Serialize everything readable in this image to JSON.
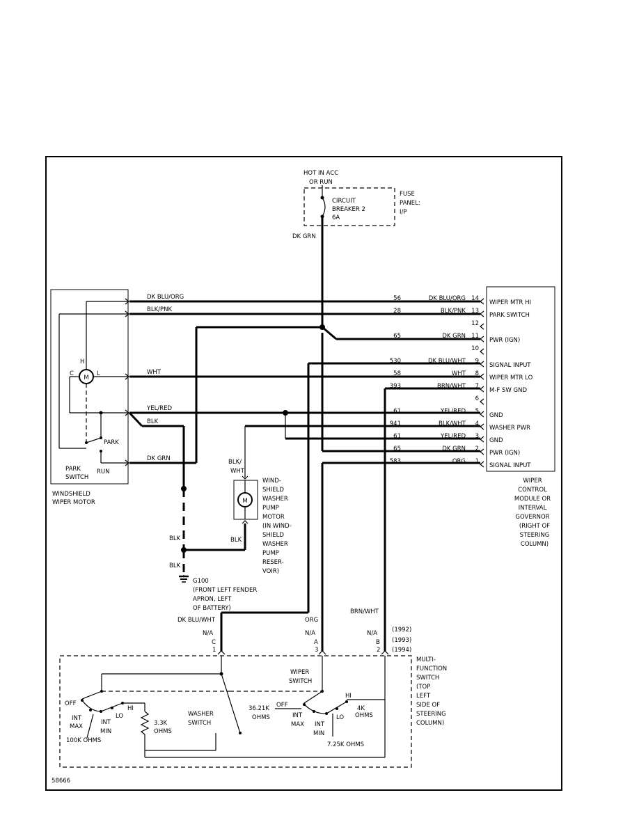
{
  "top": {
    "hot_line1": "HOT IN ACC",
    "hot_line2": "OR RUN",
    "breaker_line1": "CIRCUIT",
    "breaker_line2": "BREAKER 2",
    "breaker_line3": "6A",
    "fuse_line1": "FUSE",
    "fuse_line2": "PANEL:",
    "fuse_line3": "I/P",
    "feed_wire": "DK GRN"
  },
  "left_wires": [
    "DK BLU/ORG",
    "BLK/PNK",
    "WHT",
    "YEL/RED",
    "BLK",
    "DK GRN"
  ],
  "motor": {
    "label_line1": "WINDSHIELD",
    "label_line2": "WIPER MOTOR",
    "m": "M",
    "h": "H",
    "c": "C",
    "l": "L",
    "park": "PARK",
    "run": "RUN",
    "park_switch_line1": "PARK",
    "park_switch_line2": "SWITCH"
  },
  "pins": [
    {
      "circuit": "56",
      "color": "DK BLU/ORG",
      "pin": "14",
      "name": "WIPER MTR HI"
    },
    {
      "circuit": "28",
      "color": "BLK/PNK",
      "pin": "13",
      "name": "PARK SWITCH"
    },
    {
      "circuit": "",
      "color": "",
      "pin": "12",
      "name": ""
    },
    {
      "circuit": "65",
      "color": "DK GRN",
      "pin": "11",
      "name": "PWR (IGN)"
    },
    {
      "circuit": "",
      "color": "",
      "pin": "10",
      "name": ""
    },
    {
      "circuit": "530",
      "color": "DK BLU/WHT",
      "pin": "9",
      "name": "SIGNAL INPUT"
    },
    {
      "circuit": "58",
      "color": "WHT",
      "pin": "8",
      "name": "WIPER MTR LO"
    },
    {
      "circuit": "393",
      "color": "BRN/WHT",
      "pin": "7",
      "name": "M-F SW GND"
    },
    {
      "circuit": "",
      "color": "",
      "pin": "6",
      "name": ""
    },
    {
      "circuit": "61",
      "color": "YEL/RED",
      "pin": "5",
      "name": "GND"
    },
    {
      "circuit": "941",
      "color": "BLK/WHT",
      "pin": "4",
      "name": "WASHER PWR"
    },
    {
      "circuit": "61",
      "color": "YEL/RED",
      "pin": "3",
      "name": "GND"
    },
    {
      "circuit": "65",
      "color": "DK GRN",
      "pin": "2",
      "name": "PWR (IGN)"
    },
    {
      "circuit": "583",
      "color": "ORG",
      "pin": "1",
      "name": "SIGNAL INPUT"
    }
  ],
  "module_label": [
    "WIPER",
    "CONTROL",
    "MODULE OR",
    "INTERVAL",
    "GOVERNOR",
    "(RIGHT OF",
    "STEERING",
    "COLUMN)"
  ],
  "pump": {
    "wire_top1": "BLK/",
    "wire_top2": "WHT",
    "m": "M",
    "label": [
      "WIND-",
      "SHIELD",
      "WASHER",
      "PUMP",
      "MOTOR",
      "(IN WIND-",
      "SHIELD",
      "WASHER",
      "PUMP",
      "RESER-",
      "VOIR)"
    ],
    "wire_bottom": "BLK"
  },
  "ground": {
    "blk_a": "BLK",
    "blk_b": "BLK",
    "label": [
      "G100",
      "(FRONT LEFT FENDER",
      "APRON, LEFT",
      "OF BATTERY)"
    ]
  },
  "mfs_connectors": {
    "wire1": "DK BLU/WHT",
    "wire2": "ORG",
    "wire3": "BRN/WHT",
    "na1": "N/A",
    "na2": "N/A",
    "na3": "N/A",
    "c1_top": "C",
    "c1_bot": "1",
    "c2_top": "A",
    "c2_bot": "3",
    "c3_top": "B",
    "c3_bot": "2",
    "year1": "(1992)",
    "year2": "(1993)",
    "year3": "(1994)"
  },
  "mfs": {
    "label": [
      "MULTI-",
      "FUNCTION",
      "SWITCH",
      "(TOP",
      "LEFT",
      "SIDE OF",
      "STEERING",
      "COLUMN)"
    ],
    "off_left": "OFF",
    "int_max_left1": "INT",
    "int_max_left2": "MAX",
    "int_min_left1": "INT",
    "int_min_left2": "MIN",
    "lo_left": "LO",
    "hi_left": "HI",
    "ohms_100k": "100K OHMS",
    "r_33k1": "3.3K",
    "r_33k2": "OHMS",
    "washer_switch1": "WASHER",
    "washer_switch2": "SWITCH",
    "wiper_switch1": "WIPER",
    "wiper_switch2": "SWITCH",
    "r_3621k1": "36.21K",
    "r_3621k2": "OHMS",
    "off_right": "OFF",
    "int_max_right1": "INT",
    "int_max_right2": "MAX",
    "int_min_right1": "INT",
    "int_min_right2": "MIN",
    "lo_right": "LO",
    "hi_right": "HI",
    "r_4k1": "4K",
    "r_4k2": "OHMS",
    "r_725k": "7.25K  OHMS"
  },
  "figure_id": "58666"
}
